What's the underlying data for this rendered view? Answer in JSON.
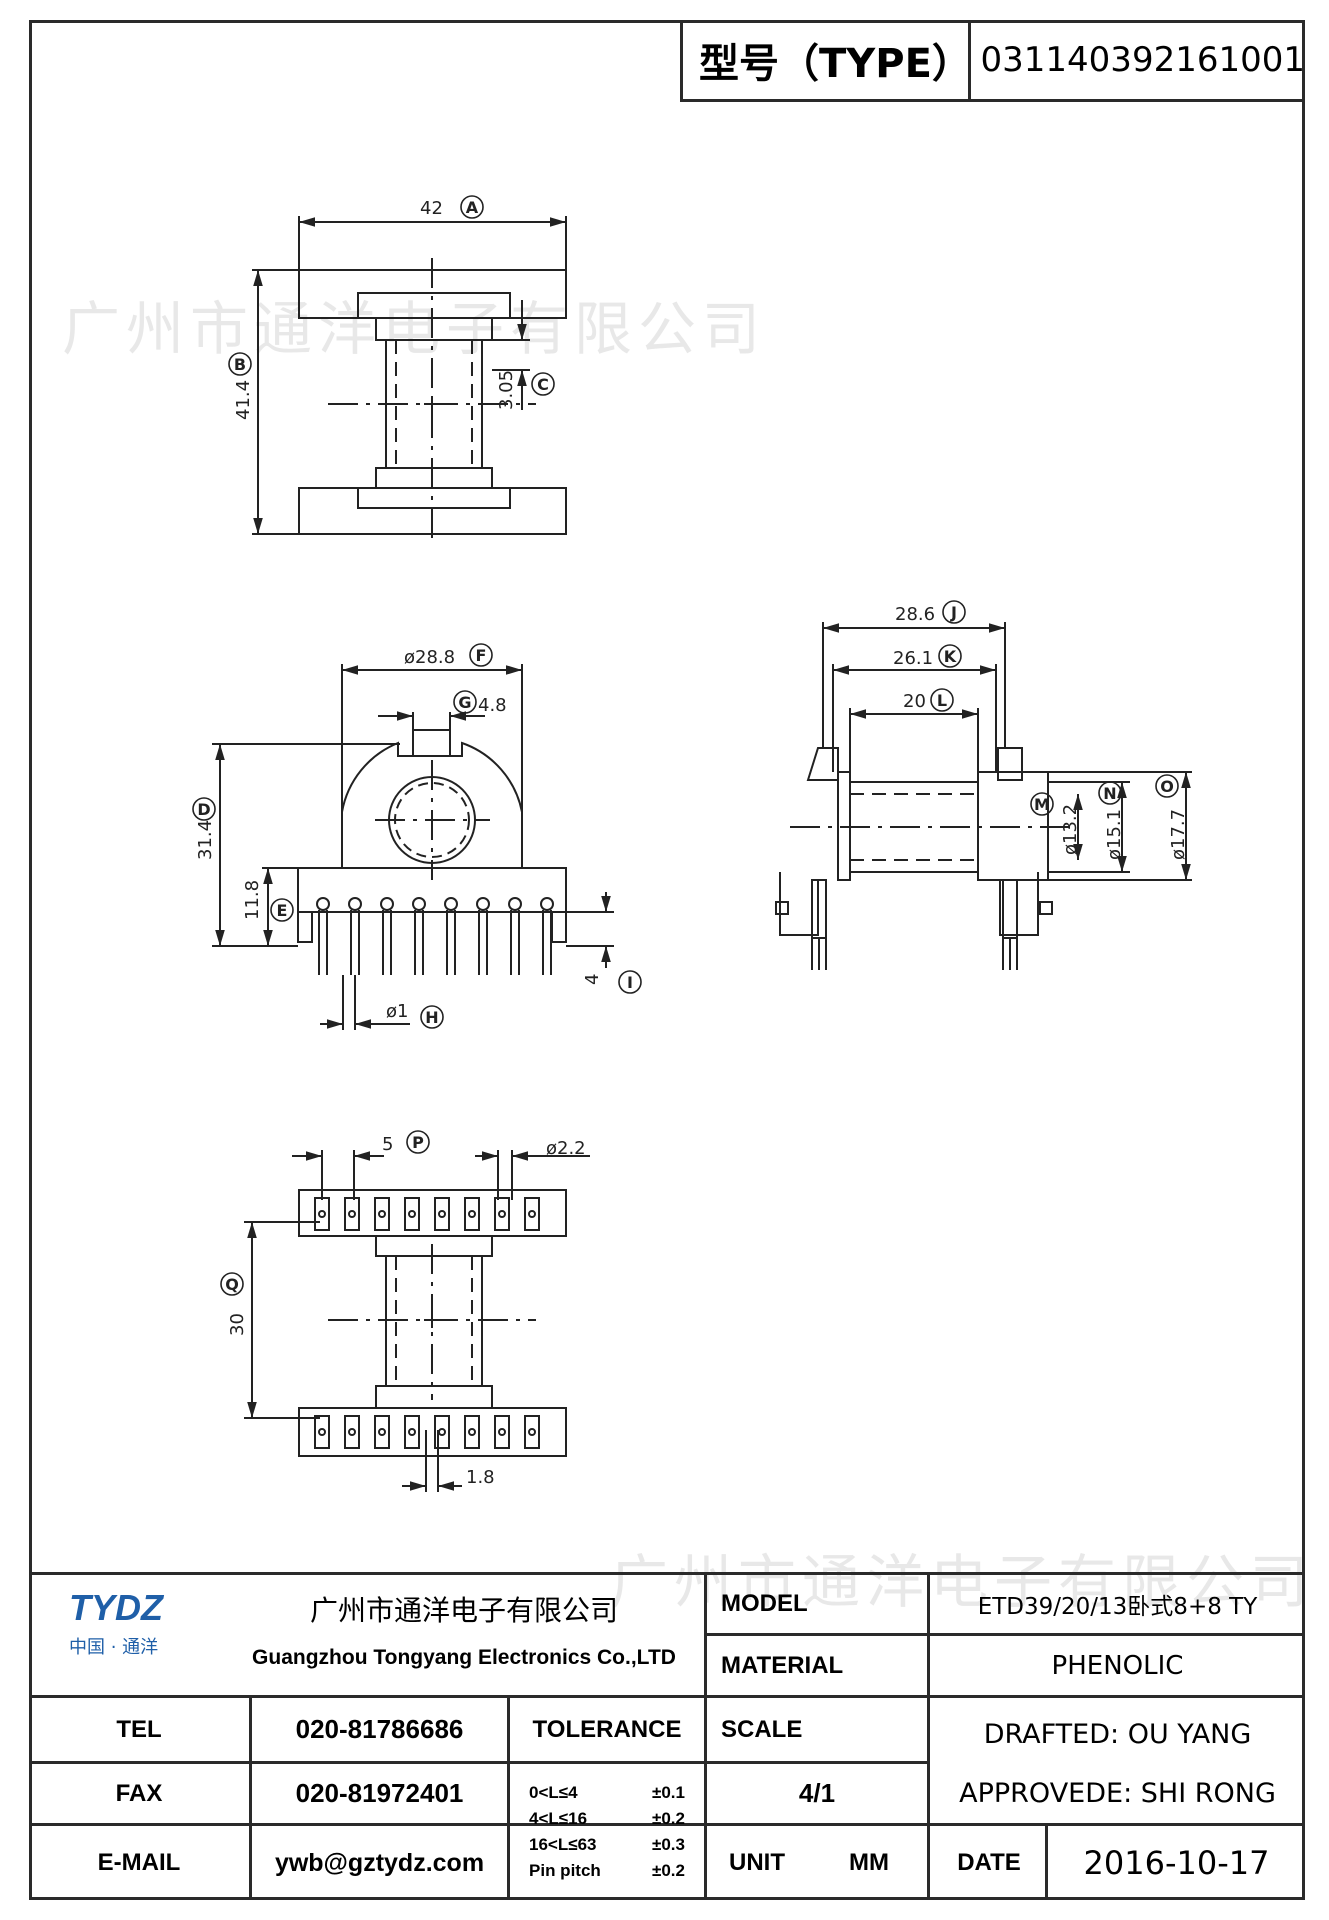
{
  "type_header": {
    "label": "型号（TYPE）",
    "value": "031140392161001"
  },
  "watermark": "广州市通洋电子有限公司",
  "dimensions": {
    "A": {
      "value": "42",
      "tag": "A"
    },
    "B": {
      "value": "41.4",
      "tag": "B"
    },
    "C": {
      "value": "3.05",
      "tag": "C"
    },
    "F": {
      "value": "ø28.8",
      "tag": "F"
    },
    "G": {
      "value": "4.8",
      "tag": "G"
    },
    "D": {
      "value": "31.4",
      "tag": "D"
    },
    "E": {
      "value": "11.8",
      "tag": "E"
    },
    "I": {
      "value": "4",
      "tag": "I"
    },
    "H": {
      "value": "ø1",
      "tag": "H"
    },
    "J": {
      "value": "28.6",
      "tag": "J"
    },
    "K": {
      "value": "26.1",
      "tag": "K"
    },
    "L": {
      "value": "20",
      "tag": "L"
    },
    "M": {
      "value": "ø13.2",
      "tag": "M"
    },
    "N": {
      "value": "ø15.1",
      "tag": "N"
    },
    "O": {
      "value": "ø17.7",
      "tag": "O"
    },
    "P": {
      "value": "5",
      "tag": "P"
    },
    "P2": {
      "value": "ø2.2"
    },
    "Q": {
      "value": "30",
      "tag": "Q"
    },
    "R": {
      "value": "1.8"
    }
  },
  "title_block": {
    "logo_brand": "TYDZ",
    "logo_sub": "中国 · 通洋",
    "company_cn": "广州市通洋电子有限公司",
    "company_en": "Guangzhou Tongyang Electronics Co.,LTD",
    "model_label": "MODEL",
    "model_value": "ETD39/20/13卧式8+8  TY",
    "material_label": "MATERIAL",
    "material_value": "PHENOLIC",
    "tel_label": "TEL",
    "tel_value": "020-81786686",
    "fax_label": "FAX",
    "fax_value": "020-81972401",
    "email_label": "E-MAIL",
    "email_value": "ywb@gztydz.com",
    "tolerance_label": "TOLERANCE",
    "tolerance_rows": [
      {
        "range": "0<L≤4",
        "tol": "±0.1"
      },
      {
        "range": "4<L≤16",
        "tol": "±0.2"
      },
      {
        "range": "16<L≤63",
        "tol": "±0.3"
      },
      {
        "range": "Pin pitch",
        "tol": "±0.2"
      }
    ],
    "scale_label": "SCALE",
    "scale_value": "4/1",
    "drafted": "DRAFTED:  OU YANG",
    "approved": "APPROVEDE:  SHI  RONG",
    "unit_label": "UNIT",
    "unit_value": "MM",
    "date_label": "DATE",
    "date_value": "2016-10-17"
  }
}
